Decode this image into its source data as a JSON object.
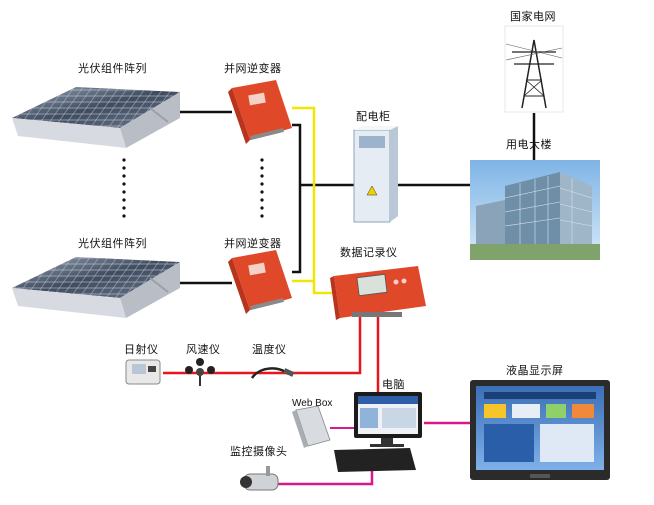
{
  "labels": {
    "pv_array_top": "光伏组件阵列",
    "pv_array_bottom": "光伏组件阵列",
    "inverter_top": "并网逆变器",
    "inverter_bottom": "并网逆变器",
    "distribution_cabinet": "配电柜",
    "national_grid": "国家电网",
    "building": "用电大楼",
    "data_logger": "数据记录仪",
    "irradiance_meter": "日射仪",
    "anemometer": "风速仪",
    "thermometer": "温度仪",
    "computer": "电脑",
    "web_box": "Web Box",
    "camera": "监控摄像头",
    "lcd_screen": "液晶显示屏"
  },
  "colors": {
    "dc_line": "#111111",
    "ac_line": "#f2e600",
    "data_line": "#e8141e",
    "display_line": "#d9188c",
    "inverter_body": "#e0482a",
    "logger_body": "#e0482a",
    "cabinet_body": "#e6ecf3"
  }
}
